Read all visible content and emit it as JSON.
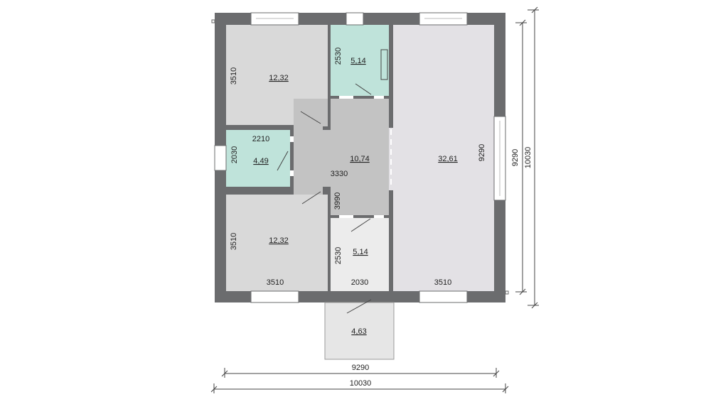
{
  "plan": {
    "rooms": [
      {
        "id": "bedroom-top",
        "area": "12,32",
        "fill": "#d9d9d9"
      },
      {
        "id": "bathroom-top",
        "area": "5,14",
        "fill": "#bfe3da"
      },
      {
        "id": "living-room",
        "area": "32,61",
        "fill": "#e3e1e5"
      },
      {
        "id": "wc",
        "area": "4,49",
        "fill": "#bfe3da"
      },
      {
        "id": "hall",
        "area": "10,74",
        "fill": "#c3c3c3"
      },
      {
        "id": "bedroom-bottom",
        "area": "12,32",
        "fill": "#d9d9d9"
      },
      {
        "id": "vestibule",
        "area": "5,14",
        "fill": "#ececec"
      },
      {
        "id": "porch",
        "area": "4,63",
        "fill": "#e6e6e6"
      }
    ],
    "dimensions": {
      "bedroom_top_height": "3510",
      "bath_top_height": "2530",
      "wc_width": "2210",
      "wc_height": "2030",
      "hall_width": "3330",
      "hall_height": "3990",
      "living_height": "9290",
      "bedroom_bottom_height": "3510",
      "bedroom_bottom_width": "3510",
      "vestibule_height": "2530",
      "vestibule_width": "2030",
      "living_width": "3510",
      "inner_width": "9290",
      "outer_width": "10030",
      "inner_height": "9290",
      "outer_height": "10030"
    },
    "colors": {
      "wall": "#6b6c6e",
      "window": "#ffffff",
      "dim_line": "#444444"
    }
  }
}
